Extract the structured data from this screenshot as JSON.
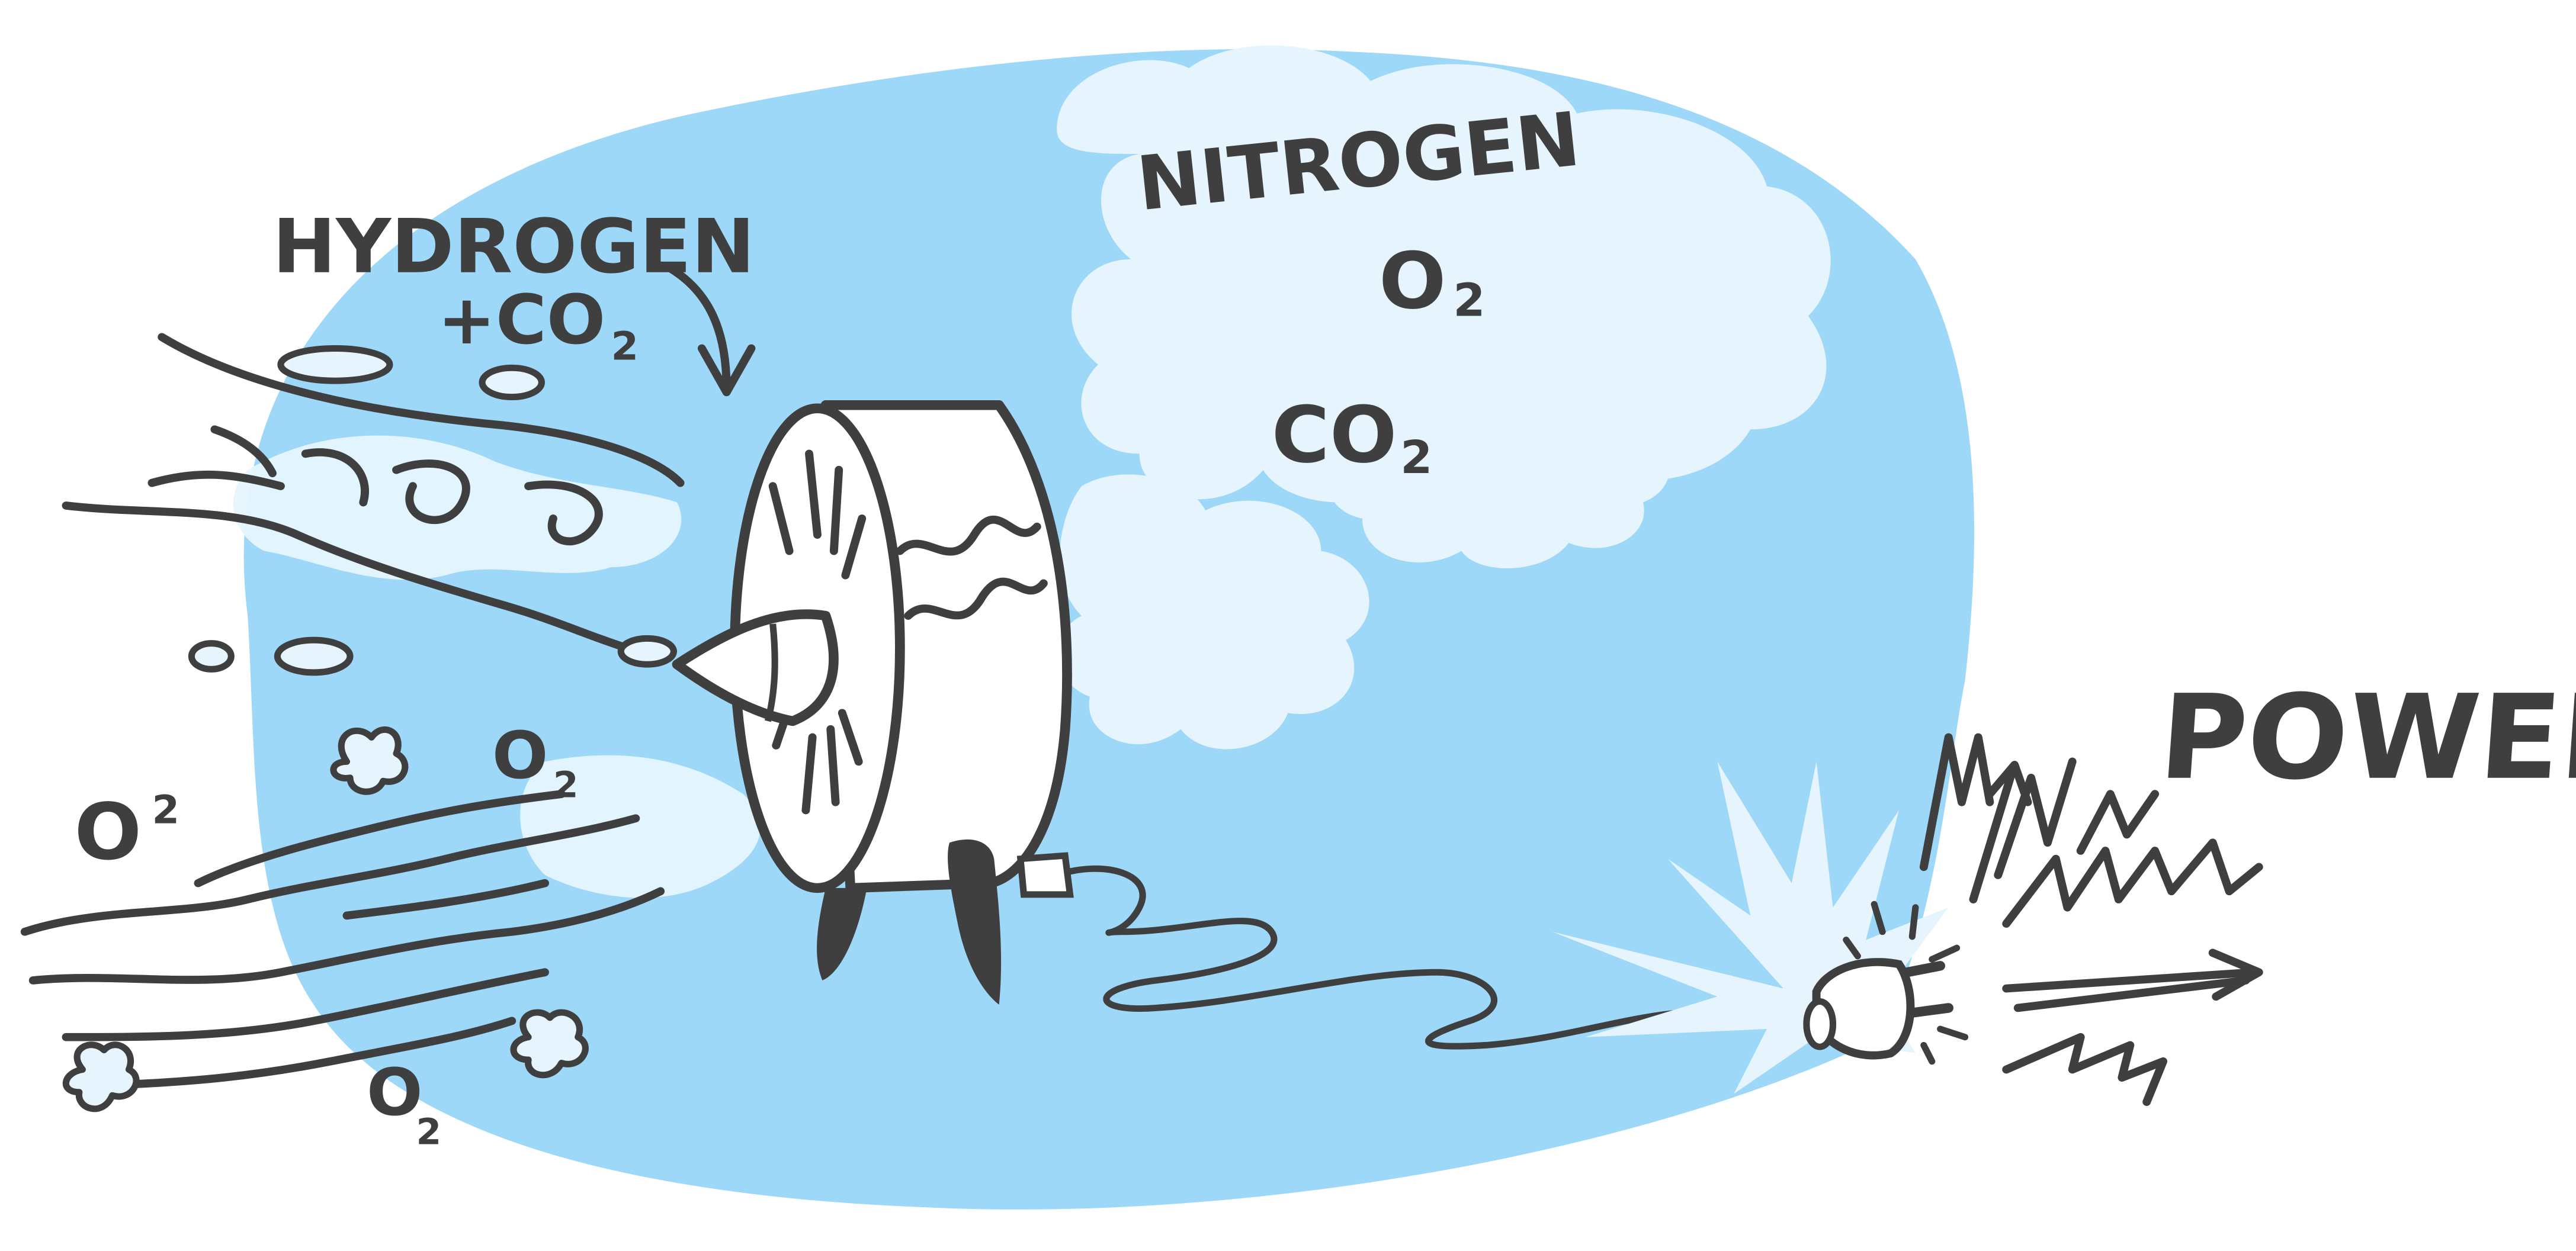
{
  "labels": {
    "hydrogen_co2": {
      "line1": "HYDROGEN",
      "line2": "+CO",
      "sub": "2"
    },
    "nitrogen": "NITROGEN",
    "o2_cloud": {
      "main": "O",
      "sub": "2"
    },
    "co2_cloud": {
      "main": "CO",
      "sub": "2"
    },
    "o2_left_big": {
      "main": "O",
      "sub": "2"
    },
    "o2_mid": {
      "main": "O",
      "sub": "2"
    },
    "o2_bottom": {
      "main": "O",
      "sub": "2"
    },
    "power": "POWER"
  },
  "colors": {
    "sky_blue": "#9dd8f8",
    "cloud": "#e6f5fd",
    "ink": "#3f3f3f",
    "paper": "#ffffff"
  },
  "icons": [
    "turbine-icon",
    "plug-icon",
    "arrow-icon",
    "lightning-icon",
    "spark-icon",
    "wind-icon",
    "cloud-icon"
  ]
}
